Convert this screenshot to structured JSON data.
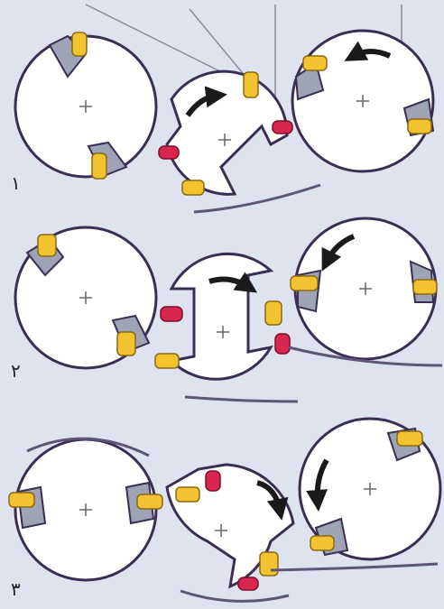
{
  "figure": {
    "background": "#dfe3ef",
    "stage_labels": [
      "١",
      "٢",
      "٣"
    ],
    "colors": {
      "drum_fill": "#ffffff",
      "drum_stroke": "#3b2e55",
      "sheet": "#5e5578",
      "gripper_gray": "#9ea3b5",
      "gripper_yellow": "#f2c230",
      "gripper_red": "#d8264e",
      "arrow": "#1a1a1a",
      "cross": "#666666"
    }
  }
}
